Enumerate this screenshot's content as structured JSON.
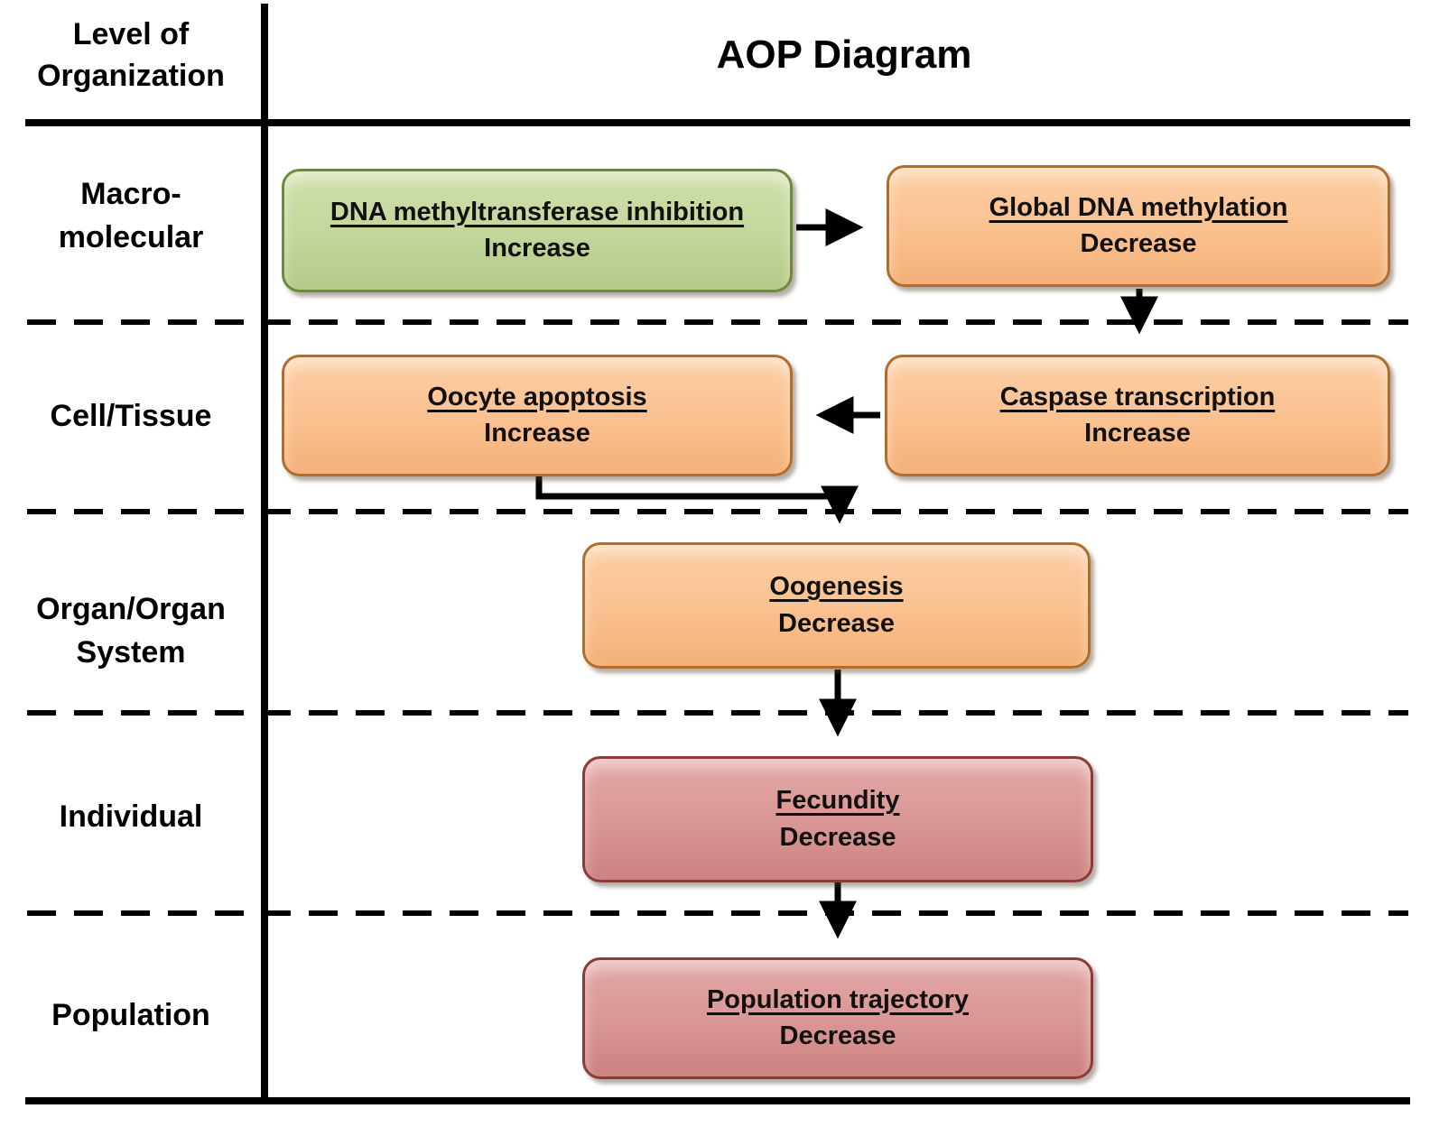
{
  "header": {
    "column_title_line1": "Level of",
    "column_title_line2": "Organization",
    "diagram_title": "AOP Diagram"
  },
  "levels": [
    {
      "line1": "Macro-",
      "line2": "molecular"
    },
    {
      "line1": "Cell/Tissue",
      "line2": ""
    },
    {
      "line1": "Organ/Organ",
      "line2": "System"
    },
    {
      "line1": "Individual",
      "line2": ""
    },
    {
      "line1": "Population",
      "line2": ""
    }
  ],
  "nodes": [
    {
      "title": "DNA methyltransferase inhibition",
      "change": "Increase",
      "kind": "molecular-initiating-event"
    },
    {
      "title": "Global DNA methylation",
      "change": "Decrease",
      "kind": "key-event"
    },
    {
      "title": "Oocyte apoptosis",
      "change": "Increase",
      "kind": "key-event"
    },
    {
      "title": "Caspase transcription",
      "change": "Increase",
      "kind": "key-event"
    },
    {
      "title": "Oogenesis",
      "change": "Decrease",
      "kind": "key-event"
    },
    {
      "title": "Fecundity",
      "change": "Decrease",
      "kind": "adverse-outcome"
    },
    {
      "title": "Population trajectory",
      "change": "Decrease",
      "kind": "adverse-outcome"
    }
  ],
  "colors": {
    "green-fill": "#c3d69b",
    "green-border": "#6f8a3d",
    "orange-fill": "#fac08f",
    "orange-border": "#b06d2b",
    "pink-fill": "#d99694",
    "pink-border": "#8e3a38",
    "line": "#000000"
  }
}
